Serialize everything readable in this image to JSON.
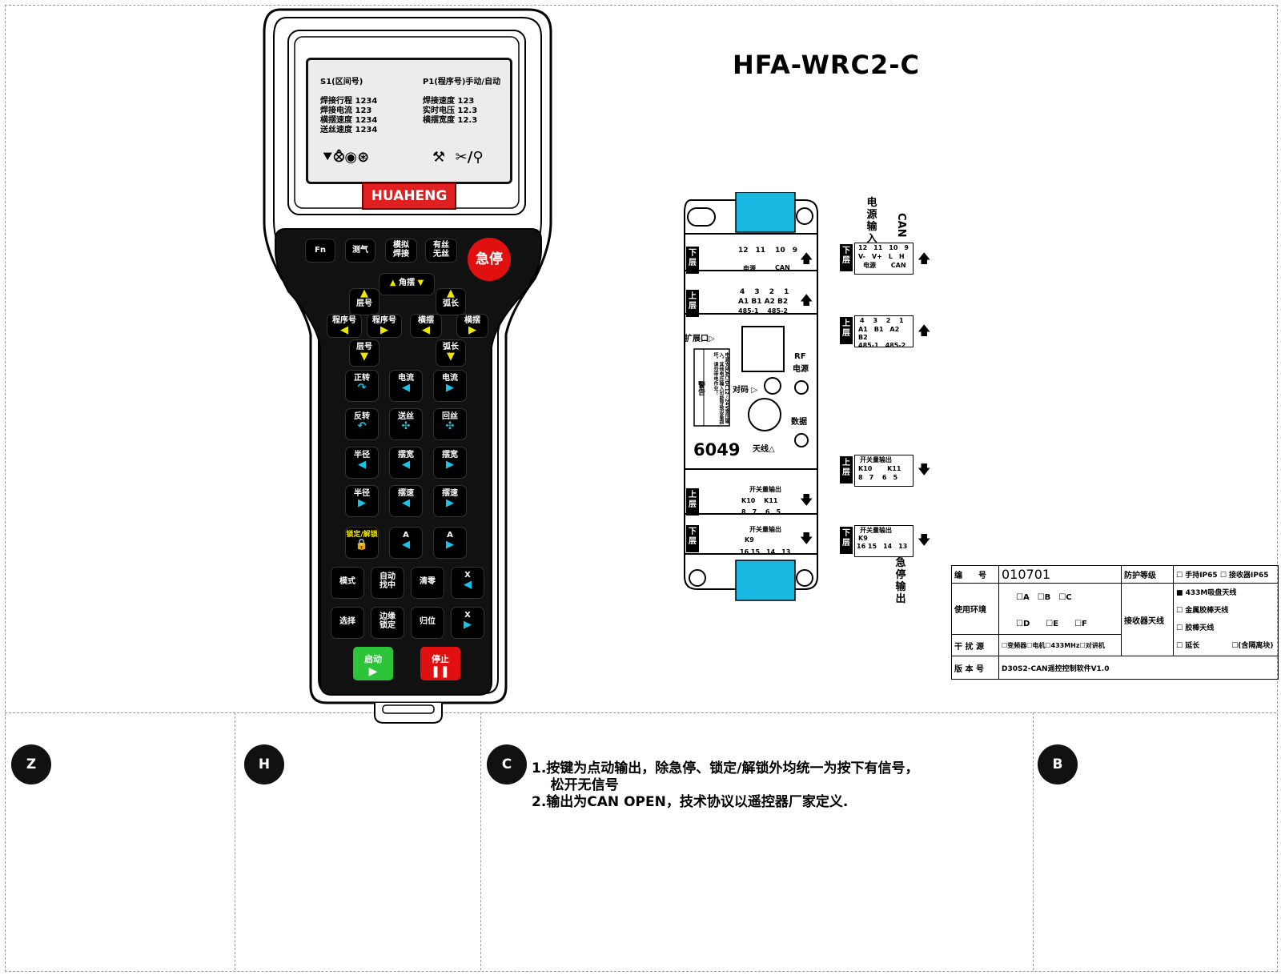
{
  "model": "HFA-WRC2-C",
  "remote": {
    "brand": "HUAHENG",
    "lcd": {
      "left_header": "S1(区间号)",
      "right_header": "P1(程序号)手动/自动",
      "left_rows": [
        "焊接行程 1234",
        "焊接电流 123",
        "横摆速度 1234",
        "送丝速度 1234"
      ],
      "right_rows": [
        "焊接速度 123",
        "实时电压 12.3",
        "横摆宽度 12.3"
      ],
      "left_icons": "⯆⨶◉⊛",
      "right_icons": "⚒  ✂/⚲"
    },
    "top_keys": [
      "Fn",
      "测气",
      "模拟\n焊接",
      "有丝\n无丝"
    ],
    "estop": "急停",
    "angle_key": "角摆",
    "cluster": {
      "layer_up": "层号",
      "arc_up": "弧长",
      "prog_left": "程序号",
      "prog_right": "程序号",
      "swing_left": "横摆",
      "swing_right": "横摆",
      "layer_down": "层号",
      "arc_down": "弧长"
    },
    "grid_keys": [
      [
        "正转",
        "电流",
        "电流"
      ],
      [
        "反转",
        "送丝",
        "回丝"
      ],
      [
        "半径",
        "摆宽",
        "摆宽"
      ],
      [
        "半径",
        "摆速",
        "摆速"
      ],
      [
        "锁定/解锁",
        "A",
        "A"
      ]
    ],
    "bottom_keys": [
      [
        "模式",
        "自动\n找中",
        "清零",
        "X"
      ],
      [
        "选择",
        "边缘\n锁定",
        "归位",
        "X"
      ]
    ],
    "start": "启动",
    "stop": "停止"
  },
  "module": {
    "model_number": "6049",
    "expand": "扩展口▷",
    "rf": "RF",
    "power": "电源",
    "code": "对码 ▷",
    "data": "数据",
    "antenna": "天线△",
    "warning_title": "警告",
    "warning_text": "电源支持AC/DC12~24V宽压输入，其他电压输入可能导致设备损坏，请勿带电作业！",
    "terminals": {
      "lower": "下层",
      "upper": "上层",
      "power_can_nums": [
        "12",
        "11",
        "10",
        "9"
      ],
      "power_can_labels": [
        "V-",
        "V+",
        "L",
        "H"
      ],
      "power_label": "电源",
      "can_label": "CAN",
      "rs485_nums": [
        "4",
        "3",
        "2",
        "1"
      ],
      "rs485_labels": [
        "A1",
        "B1",
        "A2",
        "B2"
      ],
      "rs485_group": [
        "485-1",
        "485-2"
      ],
      "switch_title": "开关量输出",
      "k10_k11": [
        "K10",
        "K11"
      ],
      "k10_nums": [
        "8",
        "7",
        "6",
        "5"
      ],
      "k9": "K9",
      "k9_nums": [
        "16",
        "15",
        "14",
        "13"
      ]
    },
    "power_input_vertical": "电源输入",
    "can_vertical": "CAN",
    "estop_output_vertical": "急停输出"
  },
  "info_table": {
    "number_label": "编　　号",
    "number_value": "010701",
    "protection_label": "防护等级",
    "protection_options": [
      "☐ 手持IP65",
      "☐ 接收器IP65"
    ],
    "env_label": "使用环境",
    "env_options": [
      "☐A",
      "☐B",
      "☐C",
      "☐D",
      "☐E",
      "☐F"
    ],
    "antenna_label": "接收器天线",
    "antenna_options": [
      "■ 433M吸盘天线",
      "☐ 金属胶棒天线",
      "☐ 胶棒天线",
      "☐ 延长",
      "☐(含隔离块)"
    ],
    "interference_label": "干 扰 源",
    "interference_options": "☐变频器☐电机☐433MHz☐对讲机",
    "version_label": "版 本 号",
    "version_value": "D30S2-CAN遥控控制软件V1.0"
  },
  "zones": [
    "Z",
    "H",
    "C",
    "B"
  ],
  "notes": "1.按键为点动输出，除急停、锁定/解锁外均统一为按下有信号，\n    松开无信号\n2.输出为CAN OPEN，技术协议以遥控器厂家定义."
}
